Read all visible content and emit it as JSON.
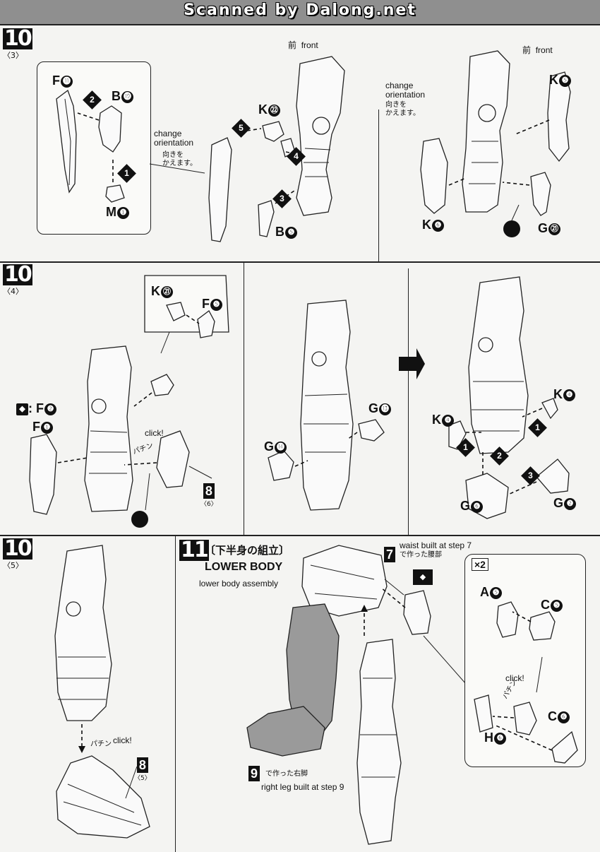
{
  "banner": "Scanned by Dalong.net",
  "panel_10_3": {
    "step": "10",
    "sub": "〈3〉",
    "parts": {
      "f11": "F",
      "f11_n": "⓫",
      "b19": "B",
      "b19_n": "⓳",
      "m1": "M",
      "m1_n": "❶",
      "k22": "K",
      "k22_n": "㉒",
      "b5": "B",
      "b5_n": "❺",
      "k5": "K",
      "k5_n": "❺",
      "k6": "K",
      "k6_n": "❻",
      "g21": "G",
      "g21_n": "㉑"
    },
    "front_jp": "前",
    "front": "front",
    "front2_jp": "前",
    "front2": "front",
    "change1": "change\norientation",
    "change1_jp": "向きを\nかえます。",
    "change2": "change\norientation",
    "change2_jp": "向きを\nかえます。",
    "markers": [
      "2",
      "1",
      "5",
      "4",
      "3"
    ]
  },
  "panel_10_4": {
    "step": "10",
    "sub": "〈4〉",
    "parts": {
      "k21": "K",
      "k21_n": "㉑",
      "f5": "F",
      "f5_n": "❺",
      "f2": ": F",
      "f2_n": "❷",
      "f1": "F",
      "f1_n": "❶",
      "g13": "G",
      "g13_n": "⓭",
      "g14": "G",
      "g14_n": "⓮",
      "k4a": "K",
      "k4a_n": "❹",
      "k4b": "K",
      "k4b_n": "❹",
      "g6": "G",
      "g6_n": "❻",
      "g2": "G",
      "g2_n": "❷"
    },
    "click": "click!",
    "click_jp": "パチン",
    "ref_step": "8",
    "ref_sub": "〈6〉",
    "markers": [
      "1",
      "1",
      "2",
      "3"
    ]
  },
  "panel_10_5": {
    "step": "10",
    "sub": "〈5〉",
    "click": "click!",
    "click_jp": "パチン",
    "ref_step": "8",
    "ref_sub": "〈5〉"
  },
  "panel_11": {
    "step": "11",
    "title_jp": "〔下半身の組立〕",
    "title": "LOWER BODY",
    "subtitle": "lower body assembly",
    "waist_step": "7",
    "waist_note": "waist built at step 7",
    "waist_jp": "で作った腰部",
    "leg_step": "9",
    "leg_jp": "で作った右脚",
    "leg_note": "right leg built at step 9",
    "times": "×2",
    "parts": {
      "a5": "A",
      "a5_n": "❺",
      "c5": "C",
      "c5_n": "❺",
      "c6": "C",
      "c6_n": "❻",
      "h6": "H",
      "h6_n": "❻"
    },
    "click": "click!",
    "click_jp": "パチン"
  }
}
